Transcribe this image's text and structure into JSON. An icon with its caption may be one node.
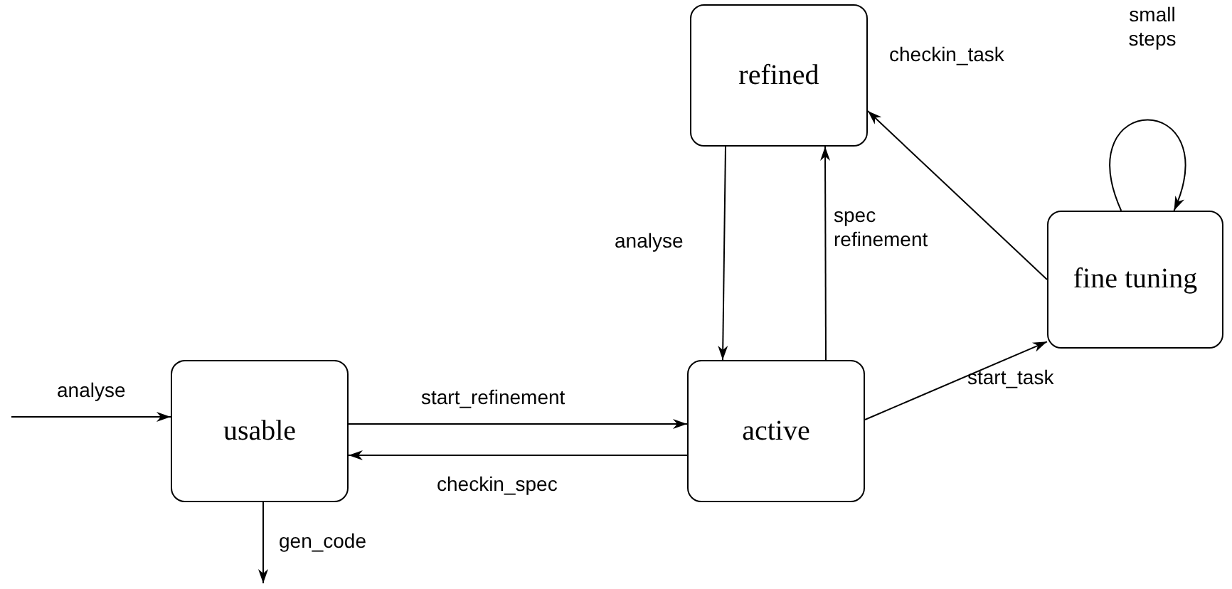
{
  "diagram": {
    "nodes": [
      {
        "text": [
          "refined"
        ]
      },
      {
        "text": [
          "fine tuning"
        ]
      },
      {
        "text": [
          "usable"
        ]
      },
      {
        "text": [
          "active"
        ]
      }
    ],
    "edges": [
      {
        "from": null,
        "to": 2,
        "arrow": "to",
        "label": "analyse"
      },
      {
        "from": 2,
        "to": null,
        "arrow": "to",
        "label": "gen_code"
      },
      {
        "from": 2,
        "to": 3,
        "arrow": "to",
        "label": "start_refinement"
      },
      {
        "from": 3,
        "to": 2,
        "arrow": "to",
        "label": "checkin_spec"
      },
      {
        "from": 0,
        "to": 3,
        "arrow": "to",
        "label": "analyse"
      },
      {
        "from": 3,
        "to": 0,
        "arrow": "to",
        "label": "spec refinement"
      },
      {
        "from": 3,
        "to": 1,
        "arrow": "to",
        "label": "start_task"
      },
      {
        "from": 1,
        "to": 0,
        "arrow": "to",
        "label": "checkin_task"
      },
      {
        "from": 1,
        "to": 1,
        "arrow": "to",
        "label": "small steps"
      }
    ]
  }
}
